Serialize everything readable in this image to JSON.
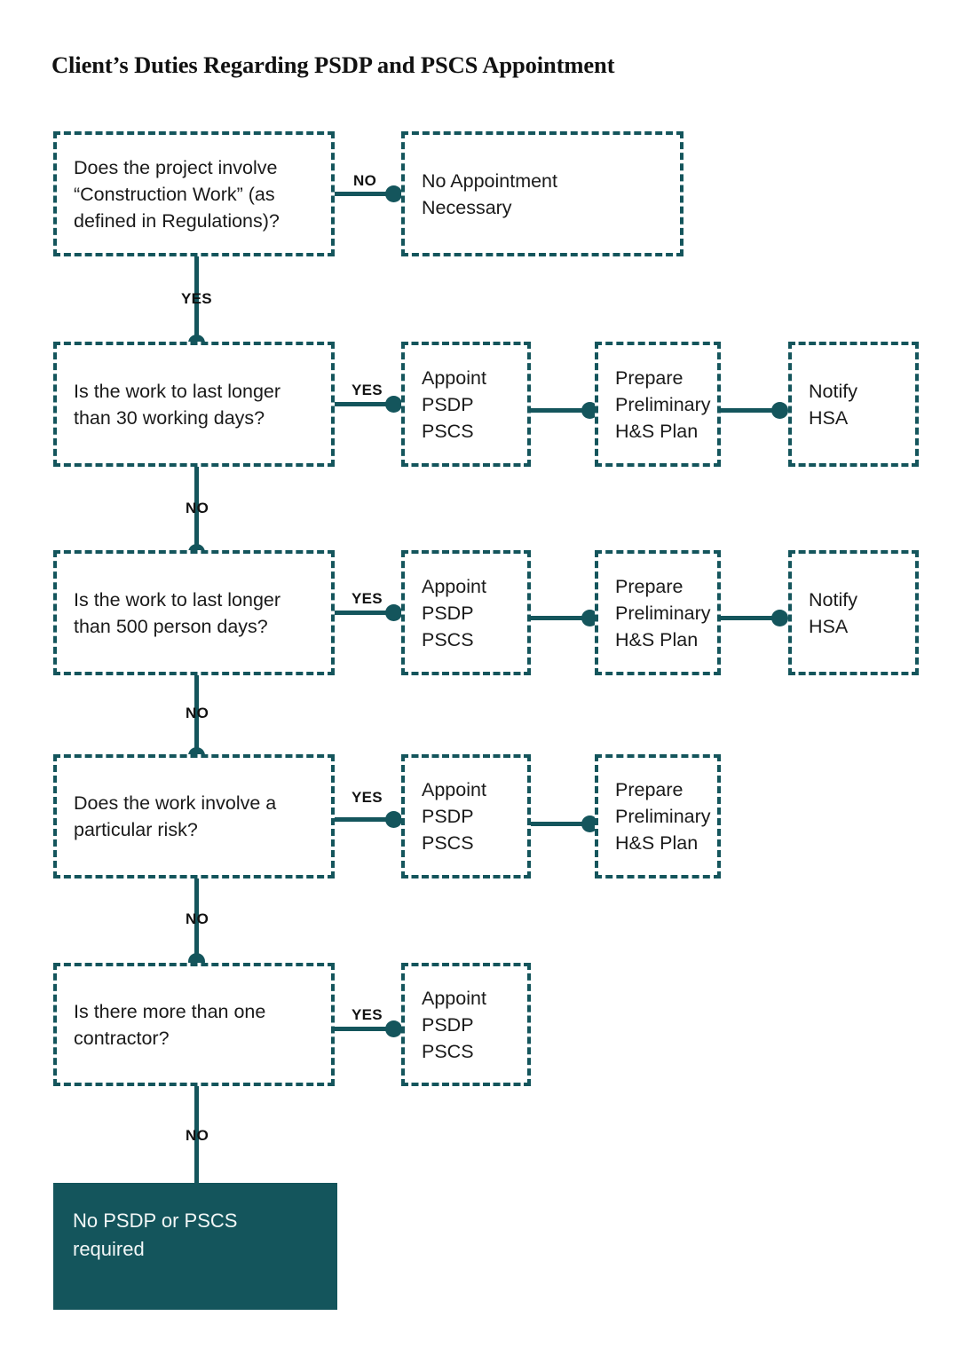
{
  "title": "Client’s Duties Regarding PSDP and PSCS Appointment",
  "colors": {
    "accent": "#14555c",
    "box_border": "#14555c",
    "filled_box_bg": "#14555c",
    "filled_box_text": "#f2f7f7",
    "text": "#1a1a1a",
    "page_bg": "#ffffff"
  },
  "nodes": {
    "q1": "Does the project involve\n“Construction Work” (as\ndefined in Regulations)?",
    "r1_no": "No Appointment\nNecessary",
    "q2": "Is the work to last longer\nthan 30 working days?",
    "r2_appoint": "Appoint\nPSDP\nPSCS",
    "r2_prepare": "Prepare\nPreliminary\nH&S Plan",
    "r2_notify": "Notify\nHSA",
    "q3": "Is the work to last longer\nthan 500 person days?",
    "r3_appoint": "Appoint\nPSDP\nPSCS",
    "r3_prepare": "Prepare\nPreliminary\nH&S Plan",
    "r3_notify": "Notify\nHSA",
    "q4": "Does the work involve a\nparticular risk?",
    "r4_appoint": "Appoint\nPSDP\nPSCS",
    "r4_prepare": "Prepare\nPreliminary\nH&S Plan",
    "q5": "Is there more than one\ncontractor?",
    "r5_appoint": "Appoint\nPSDP\nPSCS",
    "final": "No PSDP or PSCS\nrequired"
  },
  "edge_labels": {
    "q1_no": "NO",
    "q1_yes": "YES",
    "q2_yes": "YES",
    "q2_no": "NO",
    "q3_yes": "YES",
    "q3_no": "NO",
    "q4_yes": "YES",
    "q4_no": "NO",
    "q5_yes": "YES",
    "q5_no": "NO"
  }
}
